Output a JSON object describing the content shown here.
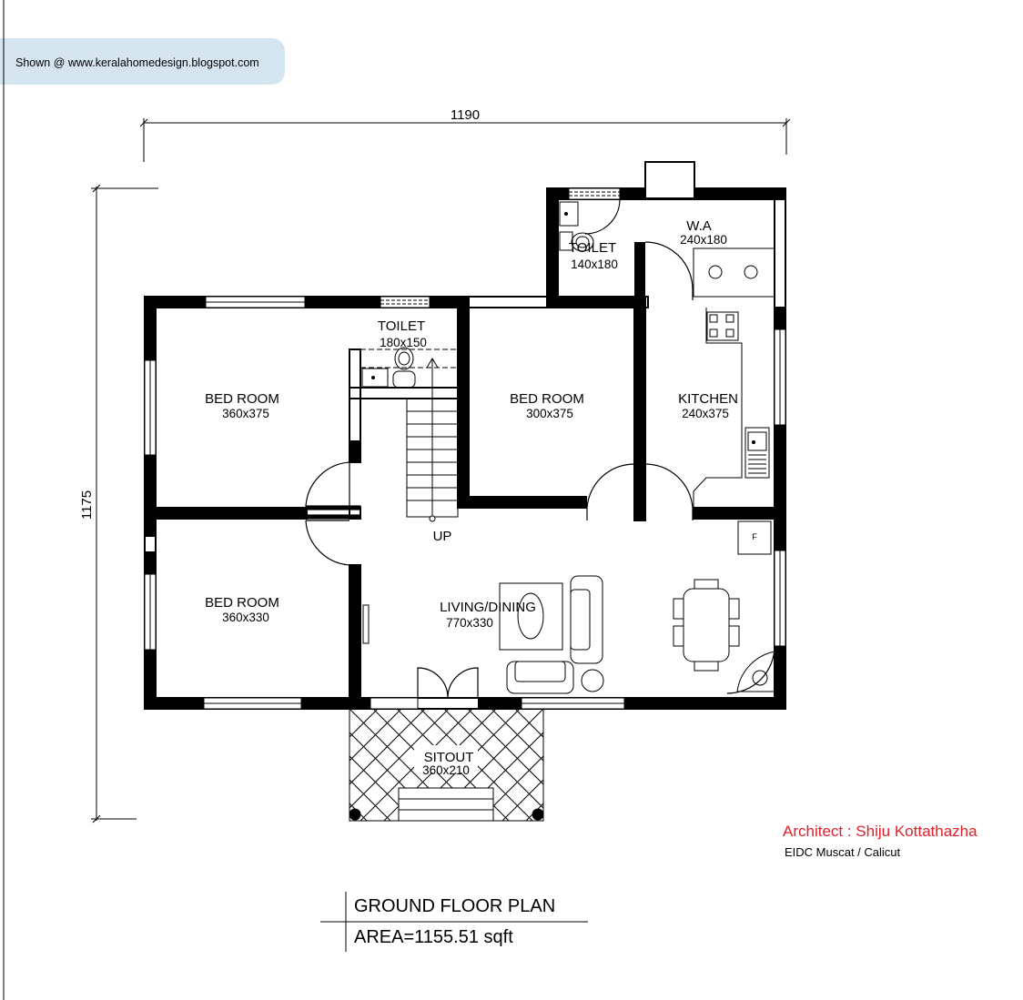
{
  "credit": {
    "text": "Shown @  www.keralahomedesign.blogspot.com"
  },
  "dimensions": {
    "width": "1190",
    "height": "1175"
  },
  "rooms": {
    "bed_room_1": {
      "label": "BED ROOM",
      "size": "360x375"
    },
    "bed_room_2": {
      "label": "BED ROOM",
      "size": "300x375"
    },
    "bed_room_3": {
      "label": "BED ROOM",
      "size": "360x330"
    },
    "toilet_1": {
      "label": "TOILET",
      "size": "180x150"
    },
    "toilet_2": {
      "label": "TOILET",
      "size": "140x180"
    },
    "work_area": {
      "label": "W.A",
      "size": "240x180"
    },
    "kitchen": {
      "label": "KITCHEN",
      "size": "240x375"
    },
    "living": {
      "label": "LIVING/DINING",
      "size": "770x330"
    },
    "sitout": {
      "label": "SITOUT",
      "size": "360x210"
    },
    "stair_up": {
      "label": "UP"
    },
    "fridge": {
      "label": "F"
    }
  },
  "architect": {
    "name": "Architect : Shiju Kottathazha",
    "org": "EIDC Muscat / Calicut"
  },
  "plan": {
    "title": "GROUND FLOOR PLAN",
    "area": "AREA=1155.51 sqft"
  },
  "colors": {
    "wall": "#000000",
    "credit_bg": "#d5e5f0",
    "architect": "#e0202a"
  }
}
